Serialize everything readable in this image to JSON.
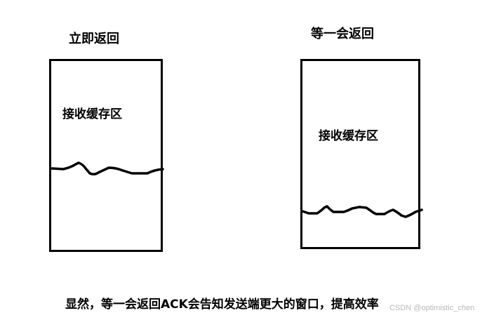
{
  "left_panel": {
    "title": "立即返回",
    "buffer_label": "接收缓存区"
  },
  "right_panel": {
    "title": "等一会返回",
    "buffer_label": "接收缓存区"
  },
  "caption": "显然，等一会返回ACK会告知发送端更大的窗口，提高效率",
  "watermark": "CSDN @optimistic_chen",
  "colors": {
    "stroke": "#000000",
    "background": "#ffffff",
    "watermark": "#b8b8b8"
  }
}
